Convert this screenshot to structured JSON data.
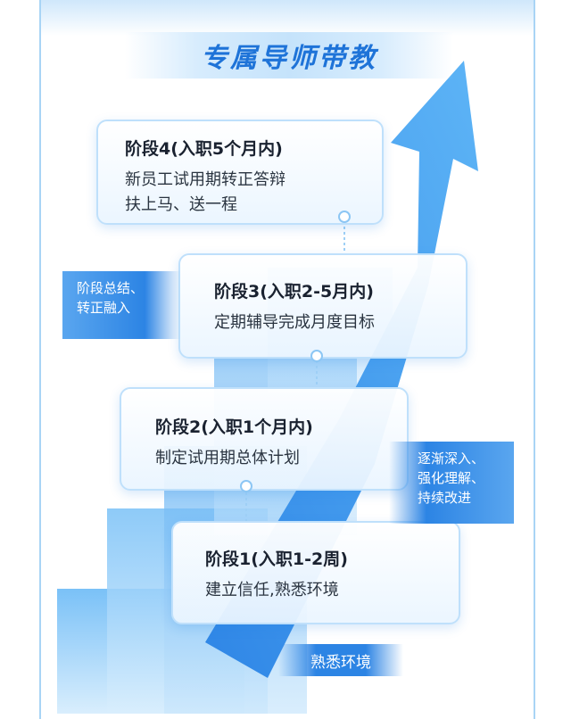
{
  "title": "专属导师带教",
  "stages": [
    {
      "title": "阶段4(入职5个月内)",
      "desc_lines": [
        "新员工试用期转正答辩",
        "扶上马、送一程"
      ]
    },
    {
      "title": "阶段3(入职2-5月内)",
      "desc_lines": [
        "定期辅导完成月度目标"
      ]
    },
    {
      "title": "阶段2(入职1个月内)",
      "desc_lines": [
        "制定试用期总体计划"
      ]
    },
    {
      "title": "阶段1(入职1-2周)",
      "desc_lines": [
        "建立信任,熟悉环境"
      ]
    }
  ],
  "side_tags": {
    "left_lines": [
      "阶段总结、",
      "转正融入"
    ],
    "right_lines": [
      "逐渐深入、",
      "强化理解、",
      "持续改进"
    ]
  },
  "bottom_tag": "熟悉环境",
  "colors": {
    "accent": "#1e73d8",
    "tag": "#2c84e4",
    "card_border": "#bfe0fb"
  }
}
